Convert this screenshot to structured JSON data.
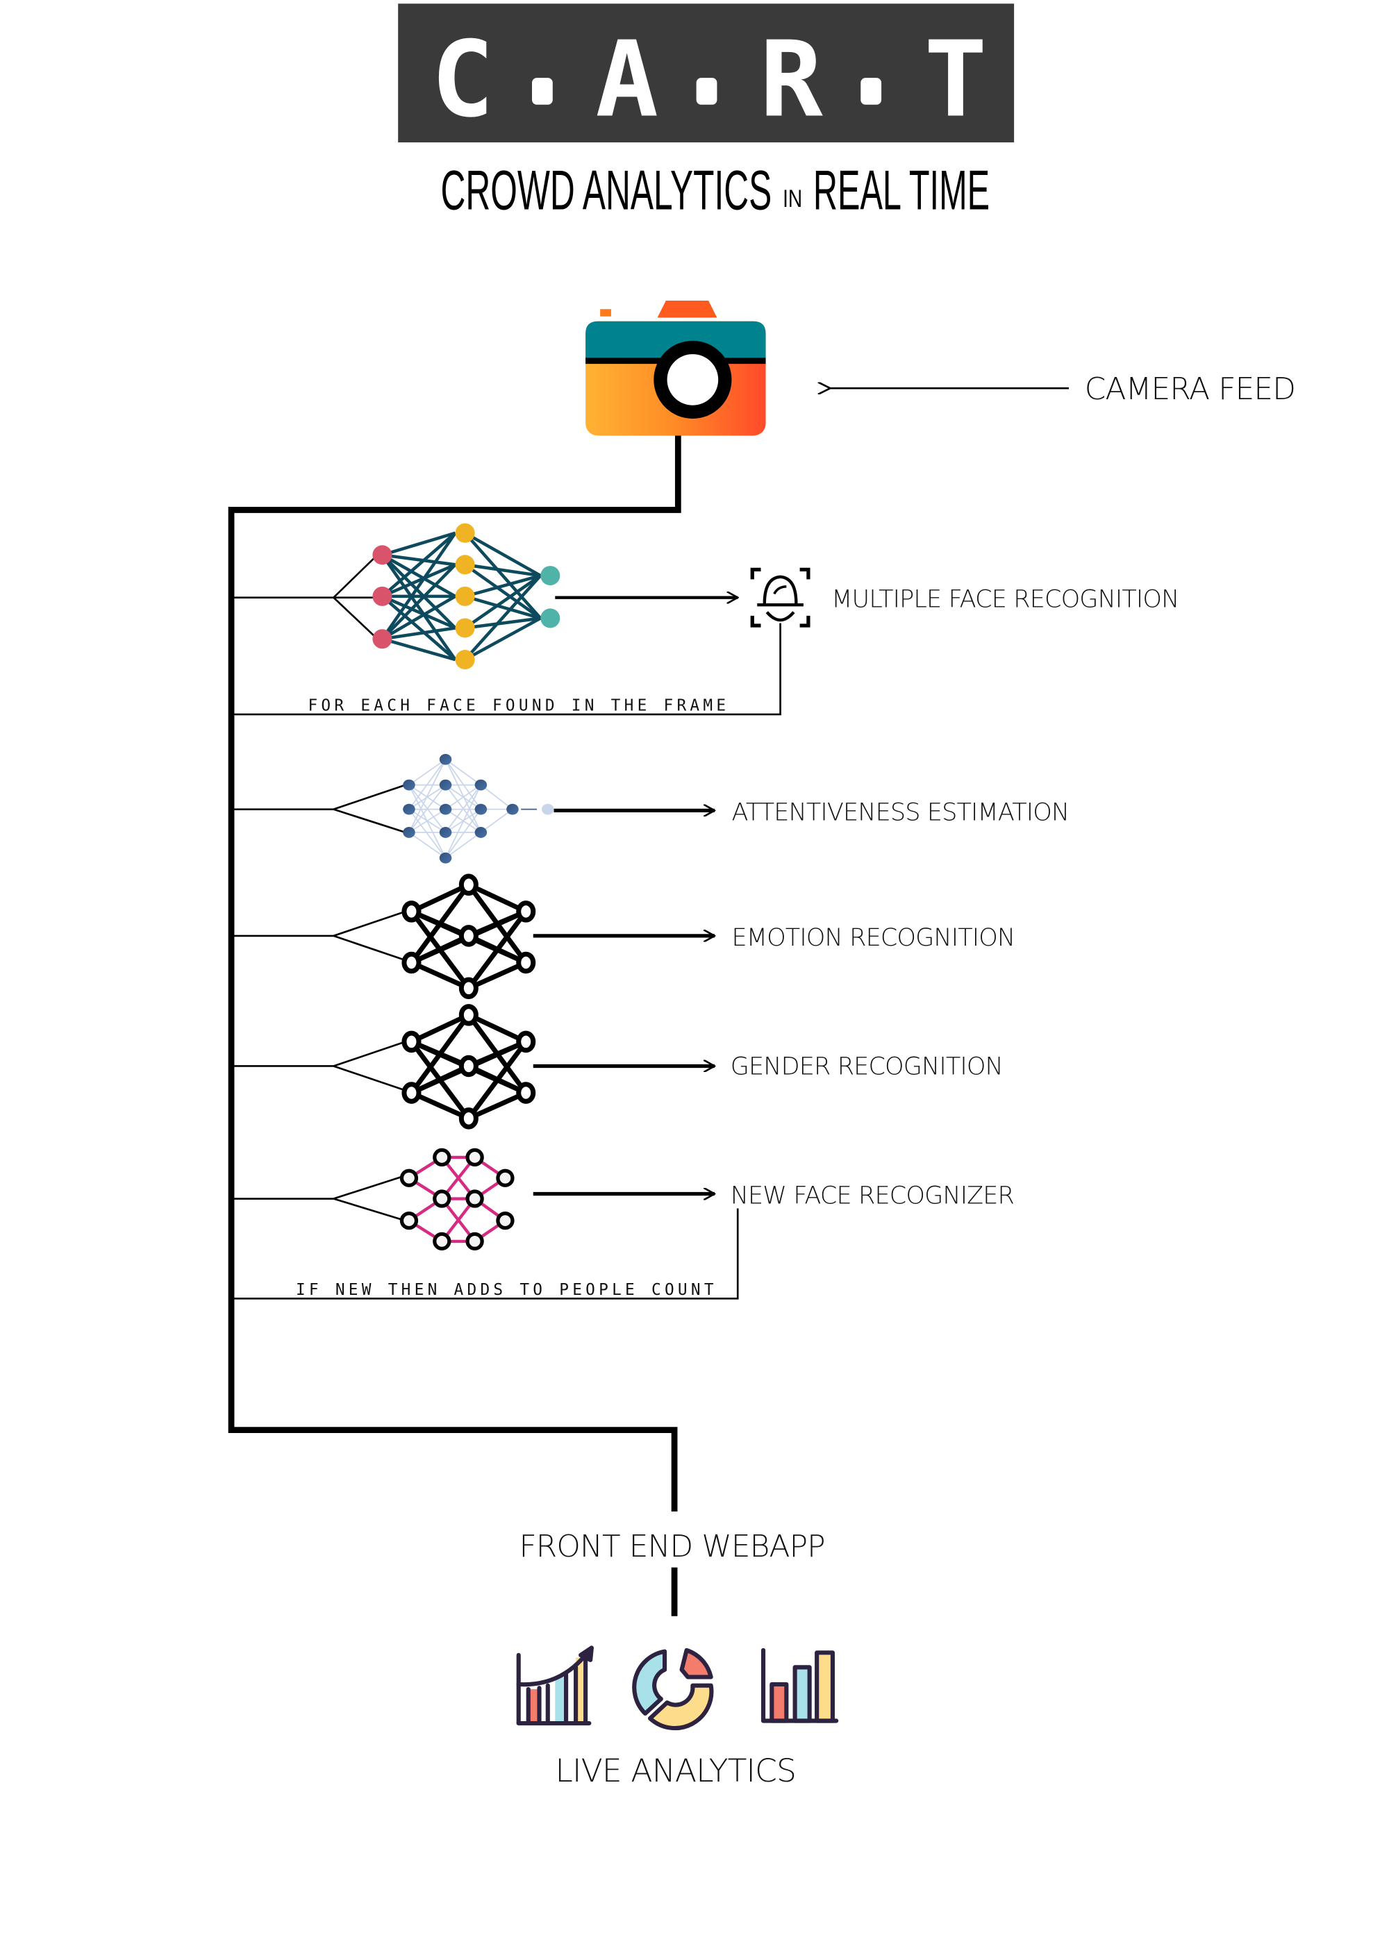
{
  "header": {
    "title": "C.A.R.T",
    "title_letters": [
      "C",
      "A",
      "R",
      "T"
    ],
    "subtitle_part1": "CROWD ANALYTICS",
    "subtitle_in": "IN",
    "subtitle_part2": "REAL TIME",
    "banner_color": "#3a3a3a"
  },
  "camera": {
    "label": "CAMERA FEED",
    "icon": "camera-icon",
    "colors": {
      "top": "#00838f",
      "body_left": "#ffa726",
      "body_right": "#ff5722",
      "lens": "#000000"
    }
  },
  "pipeline": {
    "modules": [
      {
        "id": "multiple-face",
        "label": "MULTIPLE FACE RECOGNITION",
        "icon": "face-scan-icon",
        "network_icon": "neural-network-colored-icon",
        "note": "FOR EACH FACE FOUND IN THE FRAME"
      },
      {
        "id": "attentiveness",
        "label": "ATTENTIVENESS ESTIMATION",
        "network_icon": "neural-network-blue-icon"
      },
      {
        "id": "emotion",
        "label": "EMOTION RECOGNITION",
        "network_icon": "neural-network-black-icon"
      },
      {
        "id": "gender",
        "label": "GENDER RECOGNITION",
        "network_icon": "neural-network-black-icon"
      },
      {
        "id": "new-face",
        "label": "NEW FACE RECOGNIZER",
        "network_icon": "neural-network-pink-icon",
        "note": "IF NEW THEN ADDS TO PEOPLE COUNT"
      }
    ],
    "colors": {
      "input_node": "#d9546a",
      "hidden_node": "#f0b323",
      "output_node": "#4fb3a9",
      "edge_dark": "#0e4a5e",
      "blue_node": "#3a5f8f",
      "blue_edge": "#c9d6ea",
      "pink_edge": "#d62a83"
    }
  },
  "frontend": {
    "label": "FRONT END WEBAPP"
  },
  "analytics": {
    "label": "LIVE ANALYTICS",
    "icons": [
      "growth-chart-icon",
      "donut-chart-icon",
      "bar-chart-icon"
    ],
    "colors": {
      "outline": "#2d2340",
      "red": "#f47c6c",
      "blue": "#a8e1e8",
      "yellow": "#fddc8c"
    }
  }
}
